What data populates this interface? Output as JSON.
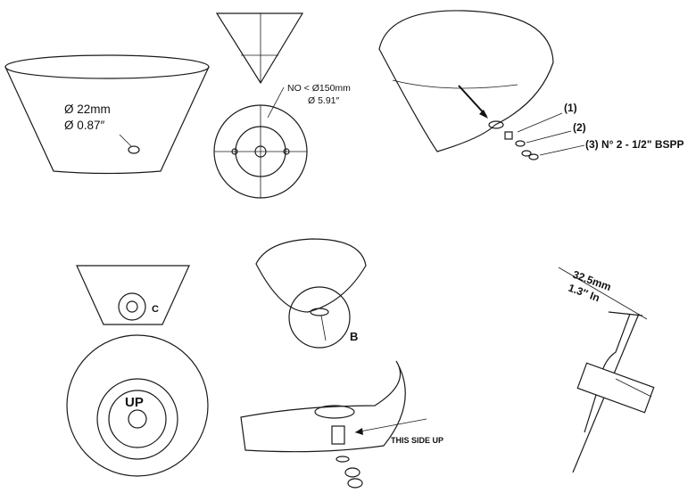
{
  "panels": {
    "hole": {
      "dia_mm": "Ø 22mm",
      "dia_in": "Ø 0.87″"
    },
    "cone_top": {
      "no_label": "NO < Ø150mm",
      "dia_in_label": "Ø 5.91″"
    },
    "exploded": {
      "part1": "(1)",
      "part2": "(2)",
      "part3": "(3) N° 2 - 1/2\" BSPP"
    },
    "front": {
      "callout_c": "C"
    },
    "bottom": {
      "up_label": "UP"
    },
    "detail": {
      "callout_b": "B"
    },
    "insert": {
      "this_side_up": "THIS SIDE UP"
    },
    "section": {
      "dim_mm": "32.5mm",
      "dim_in": "1.3″ In"
    }
  },
  "colors": {
    "line": "#1a1a1a",
    "background": "#ffffff"
  }
}
